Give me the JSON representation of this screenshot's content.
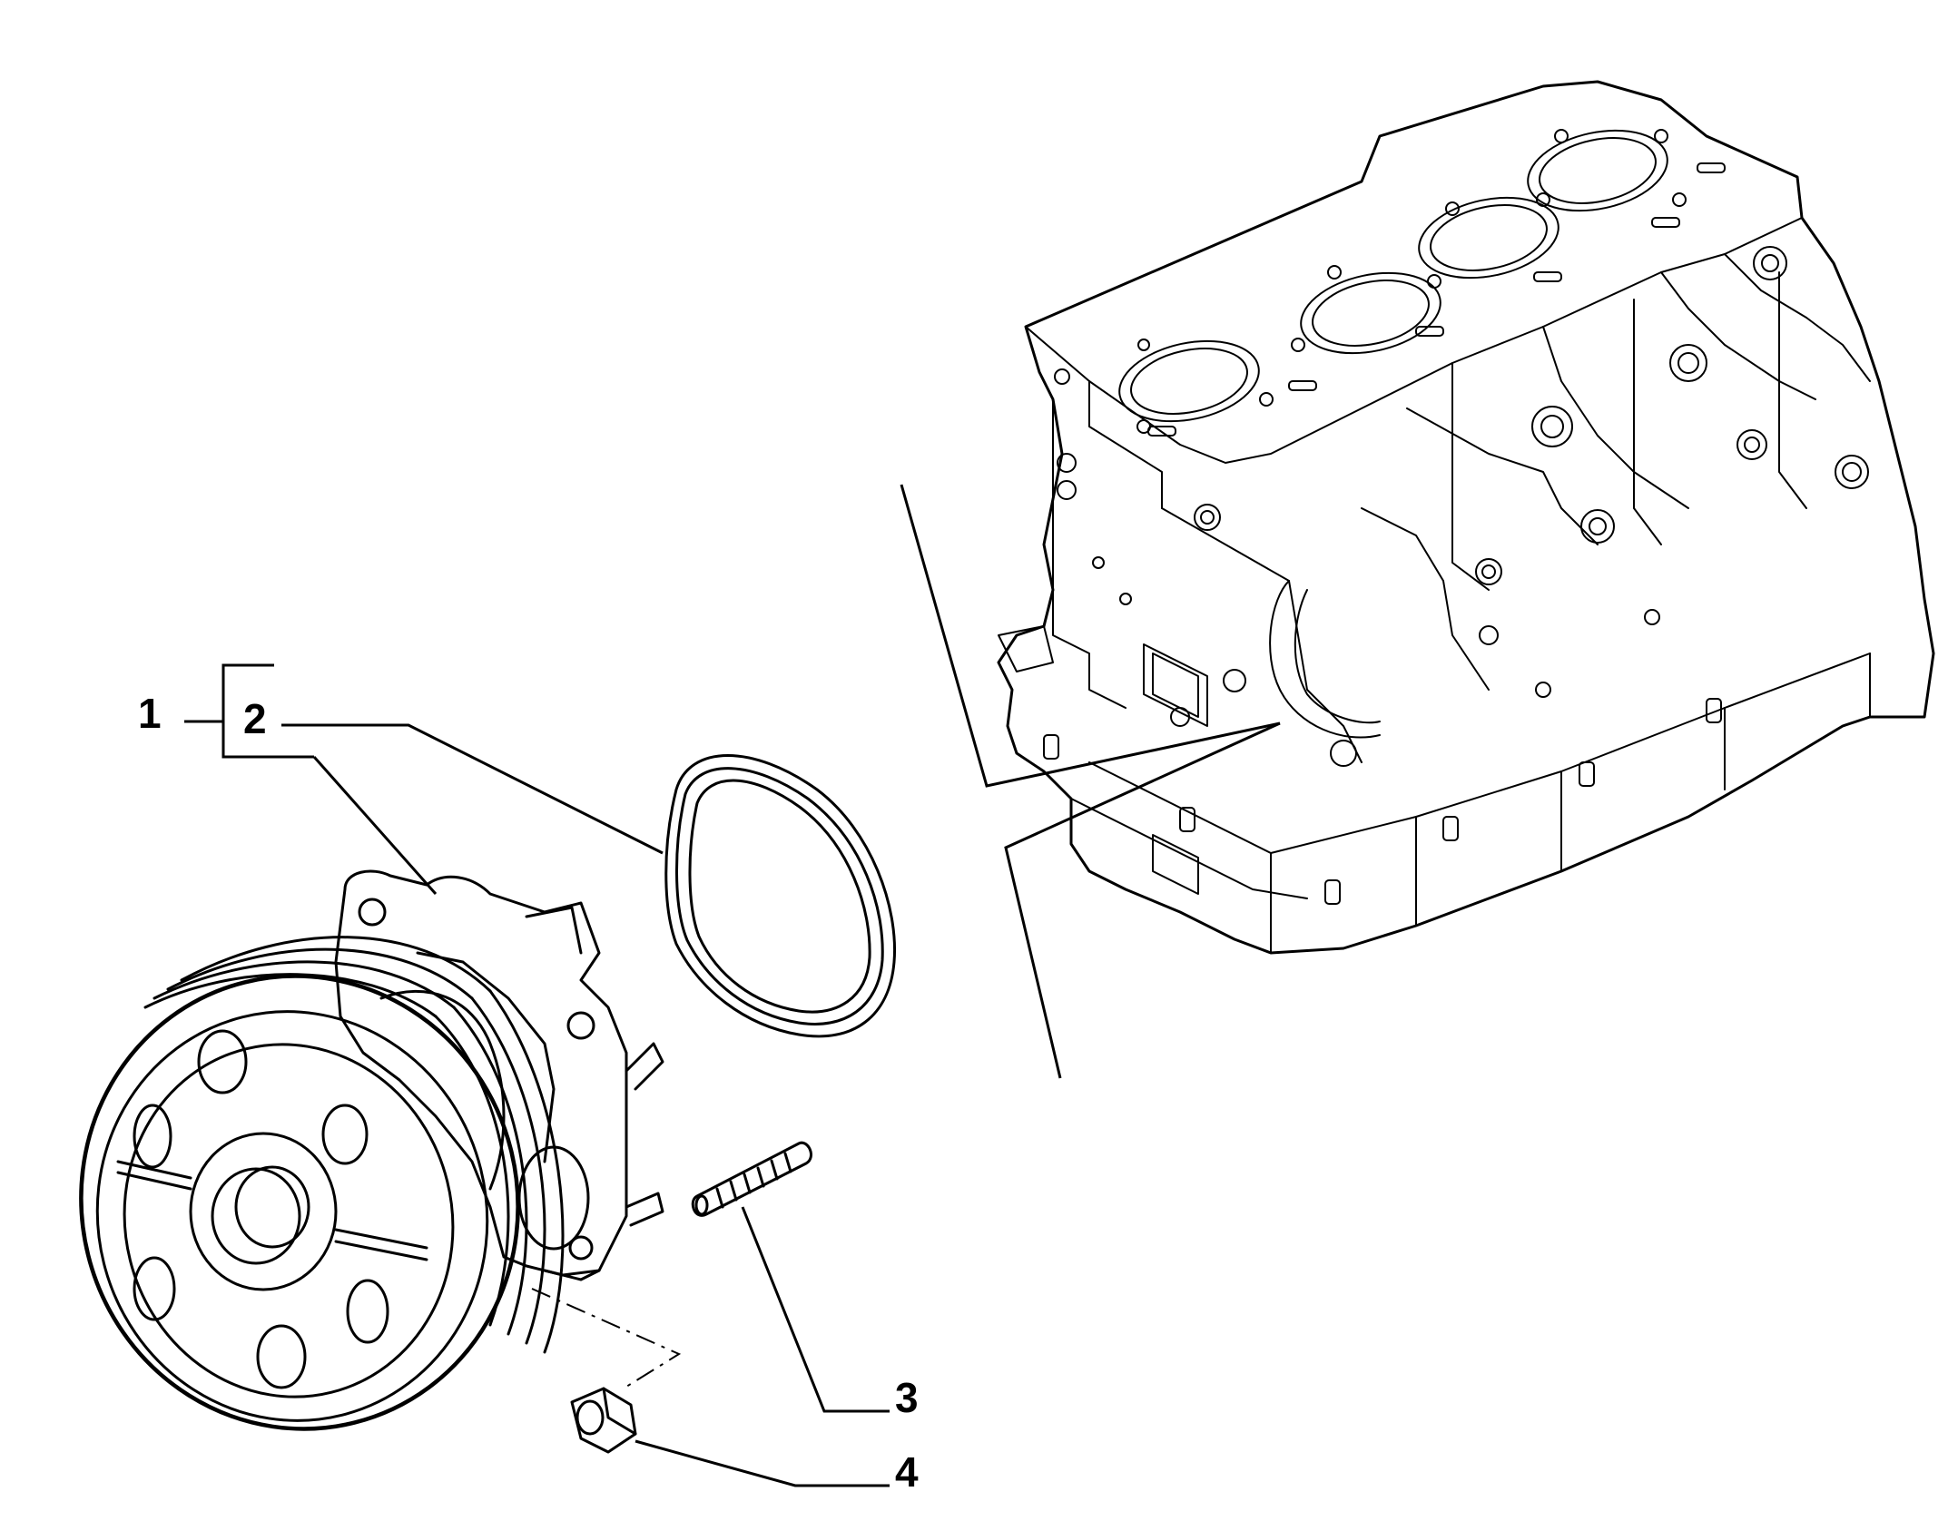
{
  "diagram": {
    "callouts": [
      {
        "id": "1",
        "label": "1"
      },
      {
        "id": "2",
        "label": "2"
      },
      {
        "id": "3",
        "label": "3"
      },
      {
        "id": "4",
        "label": "4"
      }
    ],
    "parts": [
      {
        "name": "engine-block"
      },
      {
        "name": "water-pump"
      },
      {
        "name": "pump-gasket-ring"
      },
      {
        "name": "stud"
      },
      {
        "name": "nut"
      }
    ],
    "colors": {
      "line": "#000000",
      "background": "#ffffff"
    }
  }
}
